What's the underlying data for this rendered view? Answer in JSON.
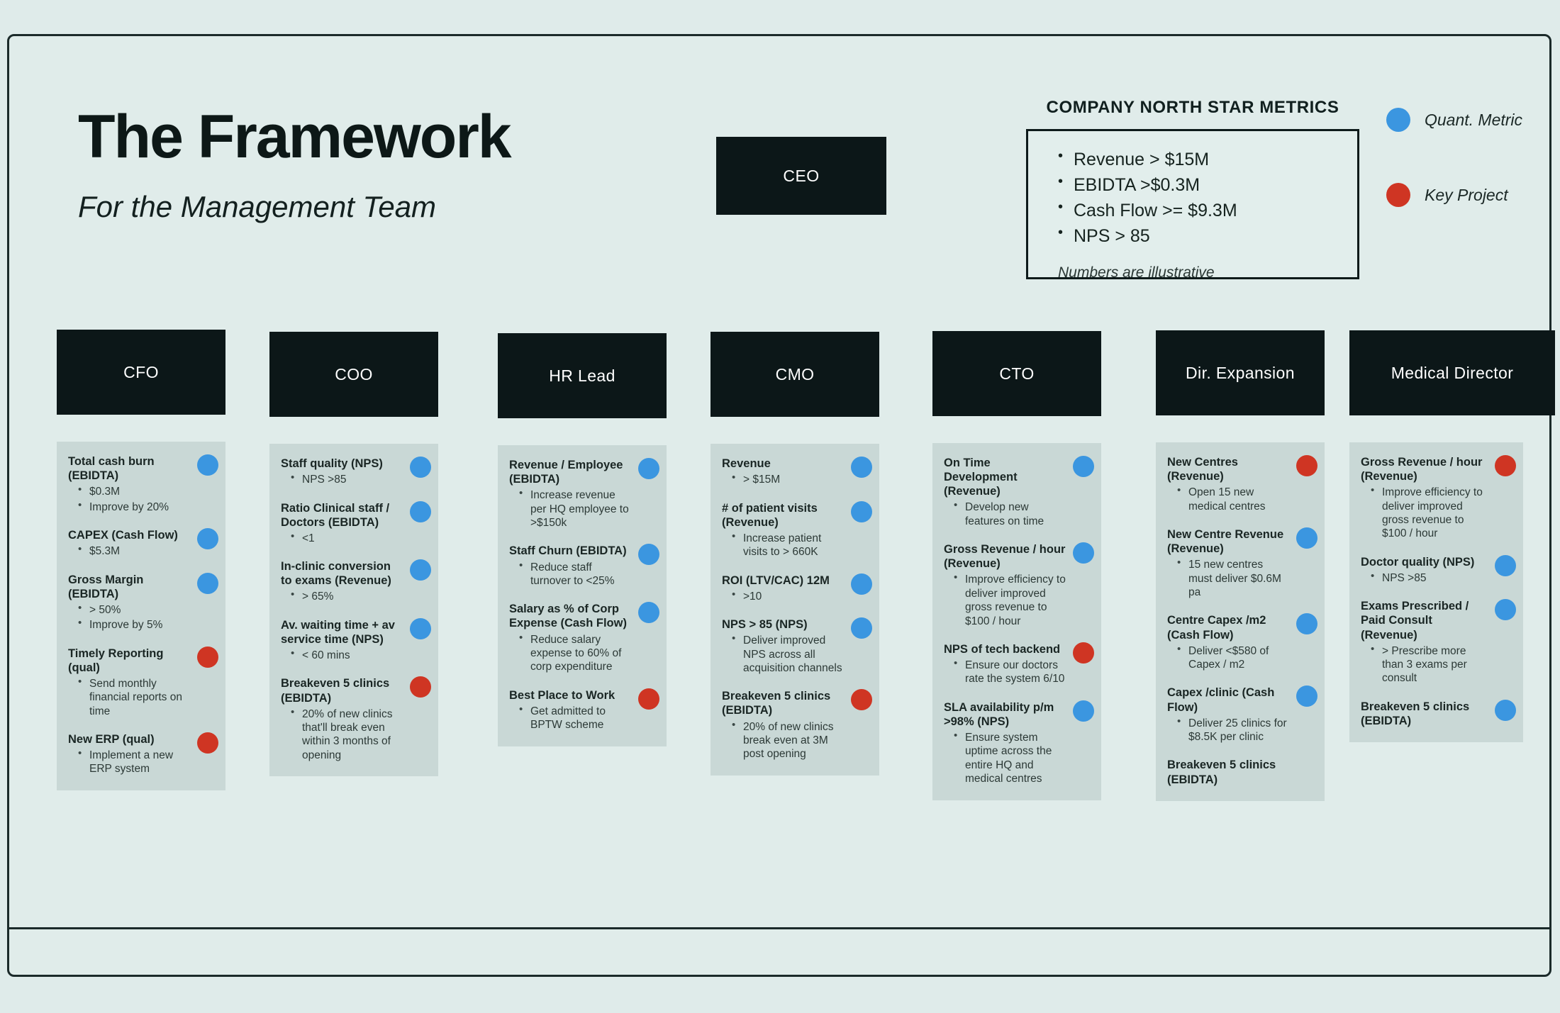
{
  "title": "The Framework",
  "subtitle": "For the Management Team",
  "ceo": {
    "label": "CEO"
  },
  "north_star": {
    "heading": "COMPANY NORTH STAR METRICS",
    "metrics": [
      "Revenue > $15M",
      "EBIDTA >$0.3M",
      "Cash Flow >= $9.3M",
      "NPS > 85"
    ],
    "note": "Numbers are illustrative"
  },
  "legend": {
    "items": [
      {
        "label": "Quant. Metric",
        "type": "quant",
        "color": "#3b96e0",
        "icon": "blue-circle-icon"
      },
      {
        "label": "Key Project",
        "type": "project",
        "color": "#cf3523",
        "icon": "red-circle-icon"
      }
    ]
  },
  "columns": [
    {
      "role": "CFO",
      "kpis": [
        {
          "title": "Total cash burn (EBIDTA)",
          "dot": "quant",
          "bullets": [
            "$0.3M",
            "Improve by 20%"
          ]
        },
        {
          "title": "CAPEX (Cash Flow)",
          "dot": "quant",
          "bullets": [
            "$5.3M"
          ]
        },
        {
          "title": "Gross Margin (EBIDTA)",
          "dot": "quant",
          "bullets": [
            "> 50%",
            "Improve by 5%"
          ]
        },
        {
          "title": "Timely Reporting (qual)",
          "dot": "project",
          "bullets": [
            "Send monthly financial reports on time"
          ]
        },
        {
          "title": "New ERP (qual)",
          "dot": "project",
          "bullets": [
            "Implement a new ERP system"
          ]
        }
      ]
    },
    {
      "role": "COO",
      "kpis": [
        {
          "title": "Staff quality (NPS)",
          "dot": "quant",
          "bullets": [
            "NPS >85"
          ]
        },
        {
          "title": "Ratio Clinical staff / Doctors (EBIDTA)",
          "dot": "quant",
          "bullets": [
            "<1"
          ]
        },
        {
          "title": "In-clinic conversion to exams (Revenue)",
          "dot": "quant",
          "bullets": [
            "> 65%"
          ]
        },
        {
          "title": "Av. waiting time + av service time (NPS)",
          "dot": "quant",
          "bullets": [
            "< 60 mins"
          ]
        },
        {
          "title": "Breakeven 5 clinics (EBIDTA)",
          "dot": "project",
          "bullets": [
            "20% of new clinics that'll break even within 3 months of opening"
          ]
        }
      ]
    },
    {
      "role": "HR Lead",
      "kpis": [
        {
          "title": "Revenue / Employee (EBIDTA)",
          "dot": "quant",
          "bullets": [
            "Increase revenue per HQ employee to >$150k"
          ]
        },
        {
          "title": "Staff Churn (EBIDTA)",
          "dot": "quant",
          "bullets": [
            "Reduce staff turnover to <25%"
          ]
        },
        {
          "title": "Salary as % of Corp Expense (Cash Flow)",
          "dot": "quant",
          "bullets": [
            "Reduce salary expense to 60% of corp expenditure"
          ]
        },
        {
          "title": "Best Place to Work",
          "dot": "project",
          "bullets": [
            "Get admitted to BPTW scheme"
          ]
        }
      ]
    },
    {
      "role": "CMO",
      "kpis": [
        {
          "title": "Revenue",
          "dot": "quant",
          "bullets": [
            "> $15M"
          ]
        },
        {
          "title": "# of patient visits (Revenue)",
          "dot": "quant",
          "bullets": [
            "Increase patient visits to > 660K"
          ]
        },
        {
          "title": "ROI (LTV/CAC) 12M",
          "dot": "quant",
          "bullets": [
            ">10"
          ]
        },
        {
          "title": "NPS > 85 (NPS)",
          "dot": "quant",
          "bullets": [
            "Deliver improved NPS across all acquisition channels"
          ]
        },
        {
          "title": "Breakeven 5 clinics (EBIDTA)",
          "dot": "project",
          "bullets": [
            "20% of new clinics break even at 3M post opening"
          ]
        }
      ]
    },
    {
      "role": "CTO",
      "kpis": [
        {
          "title": "On Time Development (Revenue)",
          "dot": "quant",
          "bullets": [
            "Develop new features on time"
          ]
        },
        {
          "title": "Gross Revenue / hour (Revenue)",
          "dot": "quant",
          "bullets": [
            "Improve efficiency to deliver improved gross revenue to $100 / hour"
          ]
        },
        {
          "title": "NPS of tech backend",
          "dot": "project",
          "bullets": [
            "Ensure our doctors rate the system 6/10"
          ]
        },
        {
          "title": "SLA availability p/m >98% (NPS)",
          "dot": "quant",
          "bullets": [
            "Ensure system uptime across the entire HQ and medical centres"
          ]
        }
      ]
    },
    {
      "role": "Dir. Expansion",
      "kpis": [
        {
          "title": "New Centres (Revenue)",
          "dot": "project",
          "bullets": [
            "Open 15 new medical centres"
          ]
        },
        {
          "title": "New Centre Revenue (Revenue)",
          "dot": "quant",
          "bullets": [
            "15 new centres must deliver $0.6M pa"
          ]
        },
        {
          "title": "Centre Capex /m2 (Cash Flow)",
          "dot": "quant",
          "bullets": [
            "Deliver <$580 of Capex / m2"
          ]
        },
        {
          "title": "Capex /clinic (Cash Flow)",
          "dot": "quant",
          "bullets": [
            "Deliver 25 clinics for $8.5K per clinic"
          ]
        },
        {
          "title": "Breakeven 5 clinics (EBIDTA)",
          "dot": "none",
          "bullets": []
        }
      ]
    },
    {
      "role": "Medical Director",
      "kpis": [
        {
          "title": "Gross Revenue / hour (Revenue)",
          "dot": "project",
          "bullets": [
            "Improve efficiency to deliver improved gross revenue to $100 / hour"
          ]
        },
        {
          "title": "Doctor quality (NPS)",
          "dot": "quant",
          "bullets": [
            "NPS >85"
          ]
        },
        {
          "title": "Exams Prescribed / Paid Consult (Revenue)",
          "dot": "quant",
          "bullets": [
            "> Prescribe more than 3 exams per consult"
          ]
        },
        {
          "title": "Breakeven 5 clinics (EBIDTA)",
          "dot": "quant",
          "bullets": []
        }
      ]
    }
  ]
}
